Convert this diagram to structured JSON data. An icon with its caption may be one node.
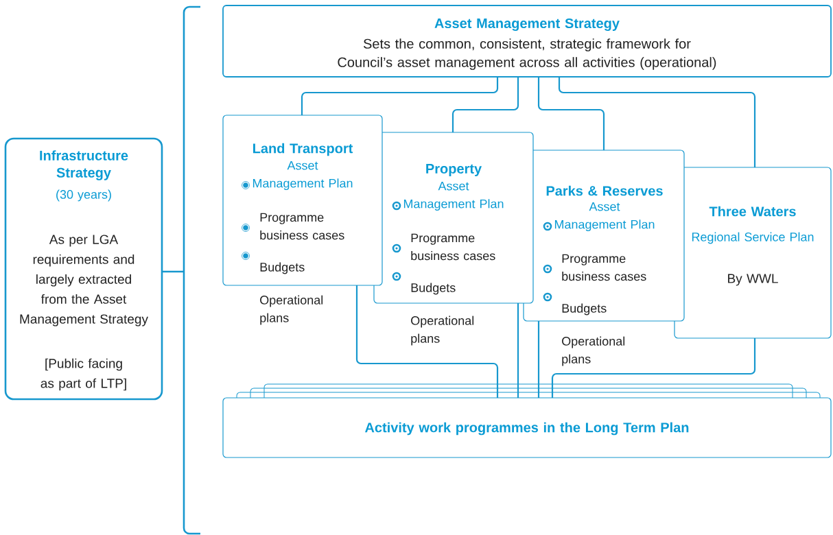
{
  "diagram": {
    "nodes": [
      {
        "text": [
          "Infrastructure Strategy",
          "(30 years)",
          "As per LGA requirements and largely extracted from the Asset Management Strategy",
          "[Public facing as part of LTP]"
        ]
      },
      {
        "text": [
          "Asset Management Strategy",
          "Sets the common, consistent, strategic framework for Council’s asset management across all activities (operational)"
        ]
      },
      {
        "text": [
          "Land Transport",
          "Asset Management Plan",
          "Programme business cases",
          "Budgets"
        ],
        "beside": [
          "Operational plans"
        ]
      },
      {
        "text": [
          "Property",
          "Asset Management Plan",
          "Programme business cases",
          "Budgets"
        ],
        "beside": [
          "Operational plans"
        ]
      },
      {
        "text": [
          "Parks & Reserves",
          "Asset Management Plan",
          "Programme business cases",
          "Budgets"
        ],
        "beside": [
          "Operational plans"
        ]
      },
      {
        "text": [
          "Three Waters",
          "Regional Service Plan",
          "By WWL"
        ]
      },
      {
        "text": [
          "Activity work programmes in the Long Term Plan"
        ]
      }
    ],
    "edges": [
      {
        "from": 1,
        "to": 2,
        "arrow": "none"
      },
      {
        "from": 1,
        "to": 3,
        "arrow": "none"
      },
      {
        "from": 1,
        "to": 4,
        "arrow": "none"
      },
      {
        "from": 1,
        "to": 5,
        "arrow": "none"
      },
      {
        "from": 2,
        "to": 6,
        "arrow": "none"
      },
      {
        "from": 3,
        "to": 6,
        "arrow": "none"
      },
      {
        "from": 4,
        "to": 6,
        "arrow": "none"
      },
      {
        "from": 5,
        "to": 6,
        "arrow": "none"
      }
    ]
  }
}
